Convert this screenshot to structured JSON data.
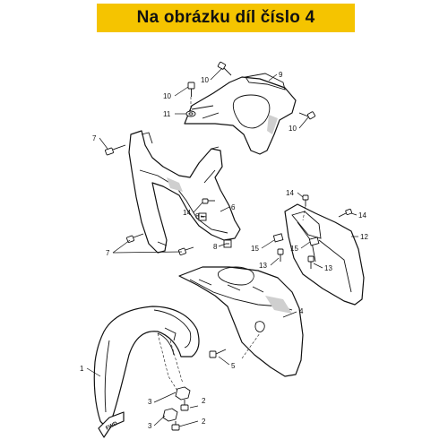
{
  "banner": {
    "title": "Na obrázku díl číslo 4"
  },
  "callouts": {
    "c1": "1",
    "c2a": "2",
    "c2b": "2",
    "c3a": "3",
    "c3b": "3",
    "c4": "4",
    "c5": "5",
    "c6": "6",
    "c7a": "7",
    "c7b": "7",
    "c8a": "8",
    "c8b": "8",
    "c9": "9",
    "c10a": "10",
    "c10b": "10",
    "c10c": "10",
    "c11": "11",
    "c12": "12",
    "c13a": "13",
    "c13b": "13",
    "c14a": "14",
    "c14b": "14",
    "c14c": "14",
    "c15a": "15",
    "c15b": "15"
  },
  "fwd_label": "FWD"
}
